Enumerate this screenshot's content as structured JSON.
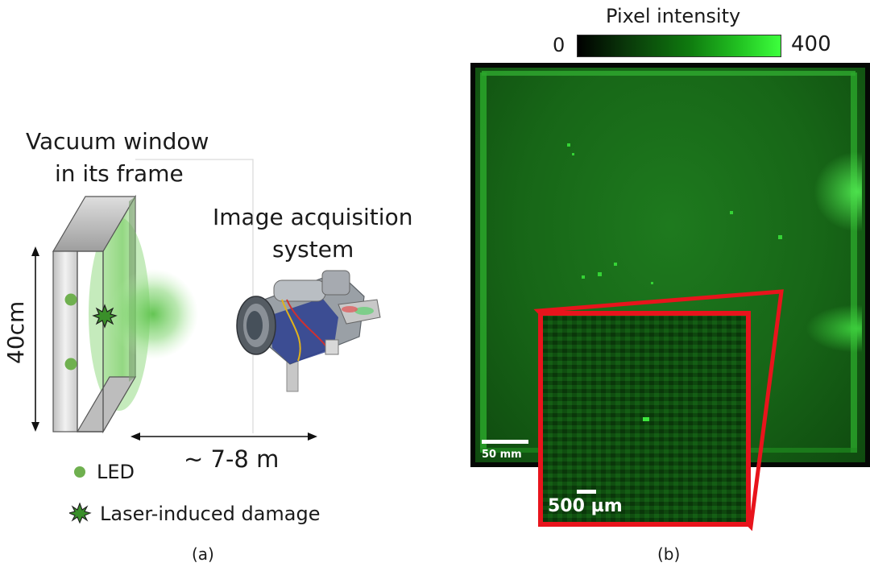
{
  "panel_a": {
    "window_title": "Vacuum window",
    "window_title_2": "in its frame",
    "camera_title": "Image acquisition",
    "camera_title_2": "system",
    "height_label": "40cm",
    "distance_label": "~ 7-8 m",
    "legend": {
      "led_label": "LED",
      "damage_label": "Laser-induced damage"
    },
    "caption": "(a)",
    "colors": {
      "led": "#6fb04f",
      "glow": "#5cc24a",
      "damage": "#3a8f2a"
    }
  },
  "panel_b": {
    "colorbar_title": "Pixel intensity",
    "colorbar_min": "0",
    "colorbar_max": "400",
    "scalebar_main": "50 mm",
    "scalebar_inset": "500 µm",
    "caption": "(b)",
    "colors": {
      "highlight": "#e8141c",
      "signal": "#1f9b1f"
    }
  }
}
